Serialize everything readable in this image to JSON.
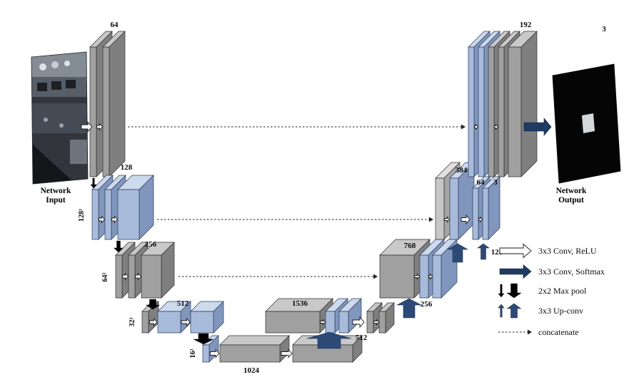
{
  "diagram_labels": {
    "enc1_channels": "64",
    "enc2_channels": "128",
    "enc2_size": "128²",
    "enc3_channels": "256",
    "enc3_size": "64²",
    "enc4_channels": "512",
    "enc4_size": "32²",
    "bottleneck_size": "16²",
    "bottleneck_channels": "1024",
    "dec4_concat_channels": "1536",
    "dec4_conv_channels": "512",
    "dec4_out_channels": "256",
    "dec3_concat_channels": "768",
    "dec3_upconv_channels": "128",
    "dec2_concat_channels": "384",
    "dec2_conv_channels": "64",
    "dec2_out_channels": "3",
    "dec1_concat_channels": "192",
    "output_channels": "3"
  },
  "captions": {
    "input_line1": "Network",
    "input_line2": "Input",
    "output_line1": "Network",
    "output_line2": "Output"
  },
  "legend": {
    "items": [
      {
        "icon": "conv-relu-arrow-icon",
        "label": "3x3 Conv, ReLU"
      },
      {
        "icon": "conv-softmax-arrow-icon",
        "label": "3x3 Conv, Softmax"
      },
      {
        "icon": "maxpool-arrow-icon",
        "label": "2x2 Max pool"
      },
      {
        "icon": "upconv-arrow-icon",
        "label": "3x3 Up-conv"
      },
      {
        "icon": "concatenate-arrow-icon",
        "label": "concatenate"
      }
    ]
  },
  "colors": {
    "slab_gray": "#a0a0a0",
    "slab_blue": "#a8bbda",
    "conv_softmax_navy": "#1f3a63",
    "upconv_blue": "#2d4a76",
    "maxpool_black": "#000000",
    "background": "#ffffff"
  }
}
